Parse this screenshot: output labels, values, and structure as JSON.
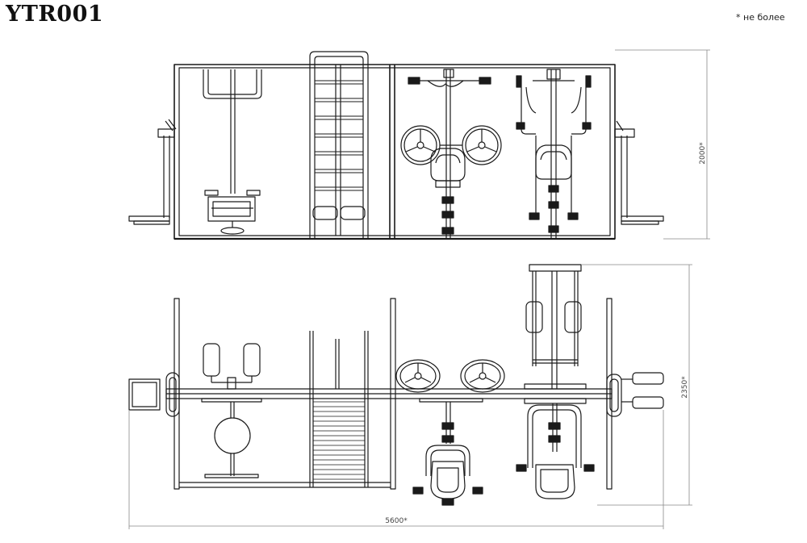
{
  "header": {
    "model_code": "YTR001",
    "footnote": "* не более"
  },
  "dimensions": {
    "total_width": "5600*",
    "front_height": "2000*",
    "plan_depth": "2350*"
  }
}
